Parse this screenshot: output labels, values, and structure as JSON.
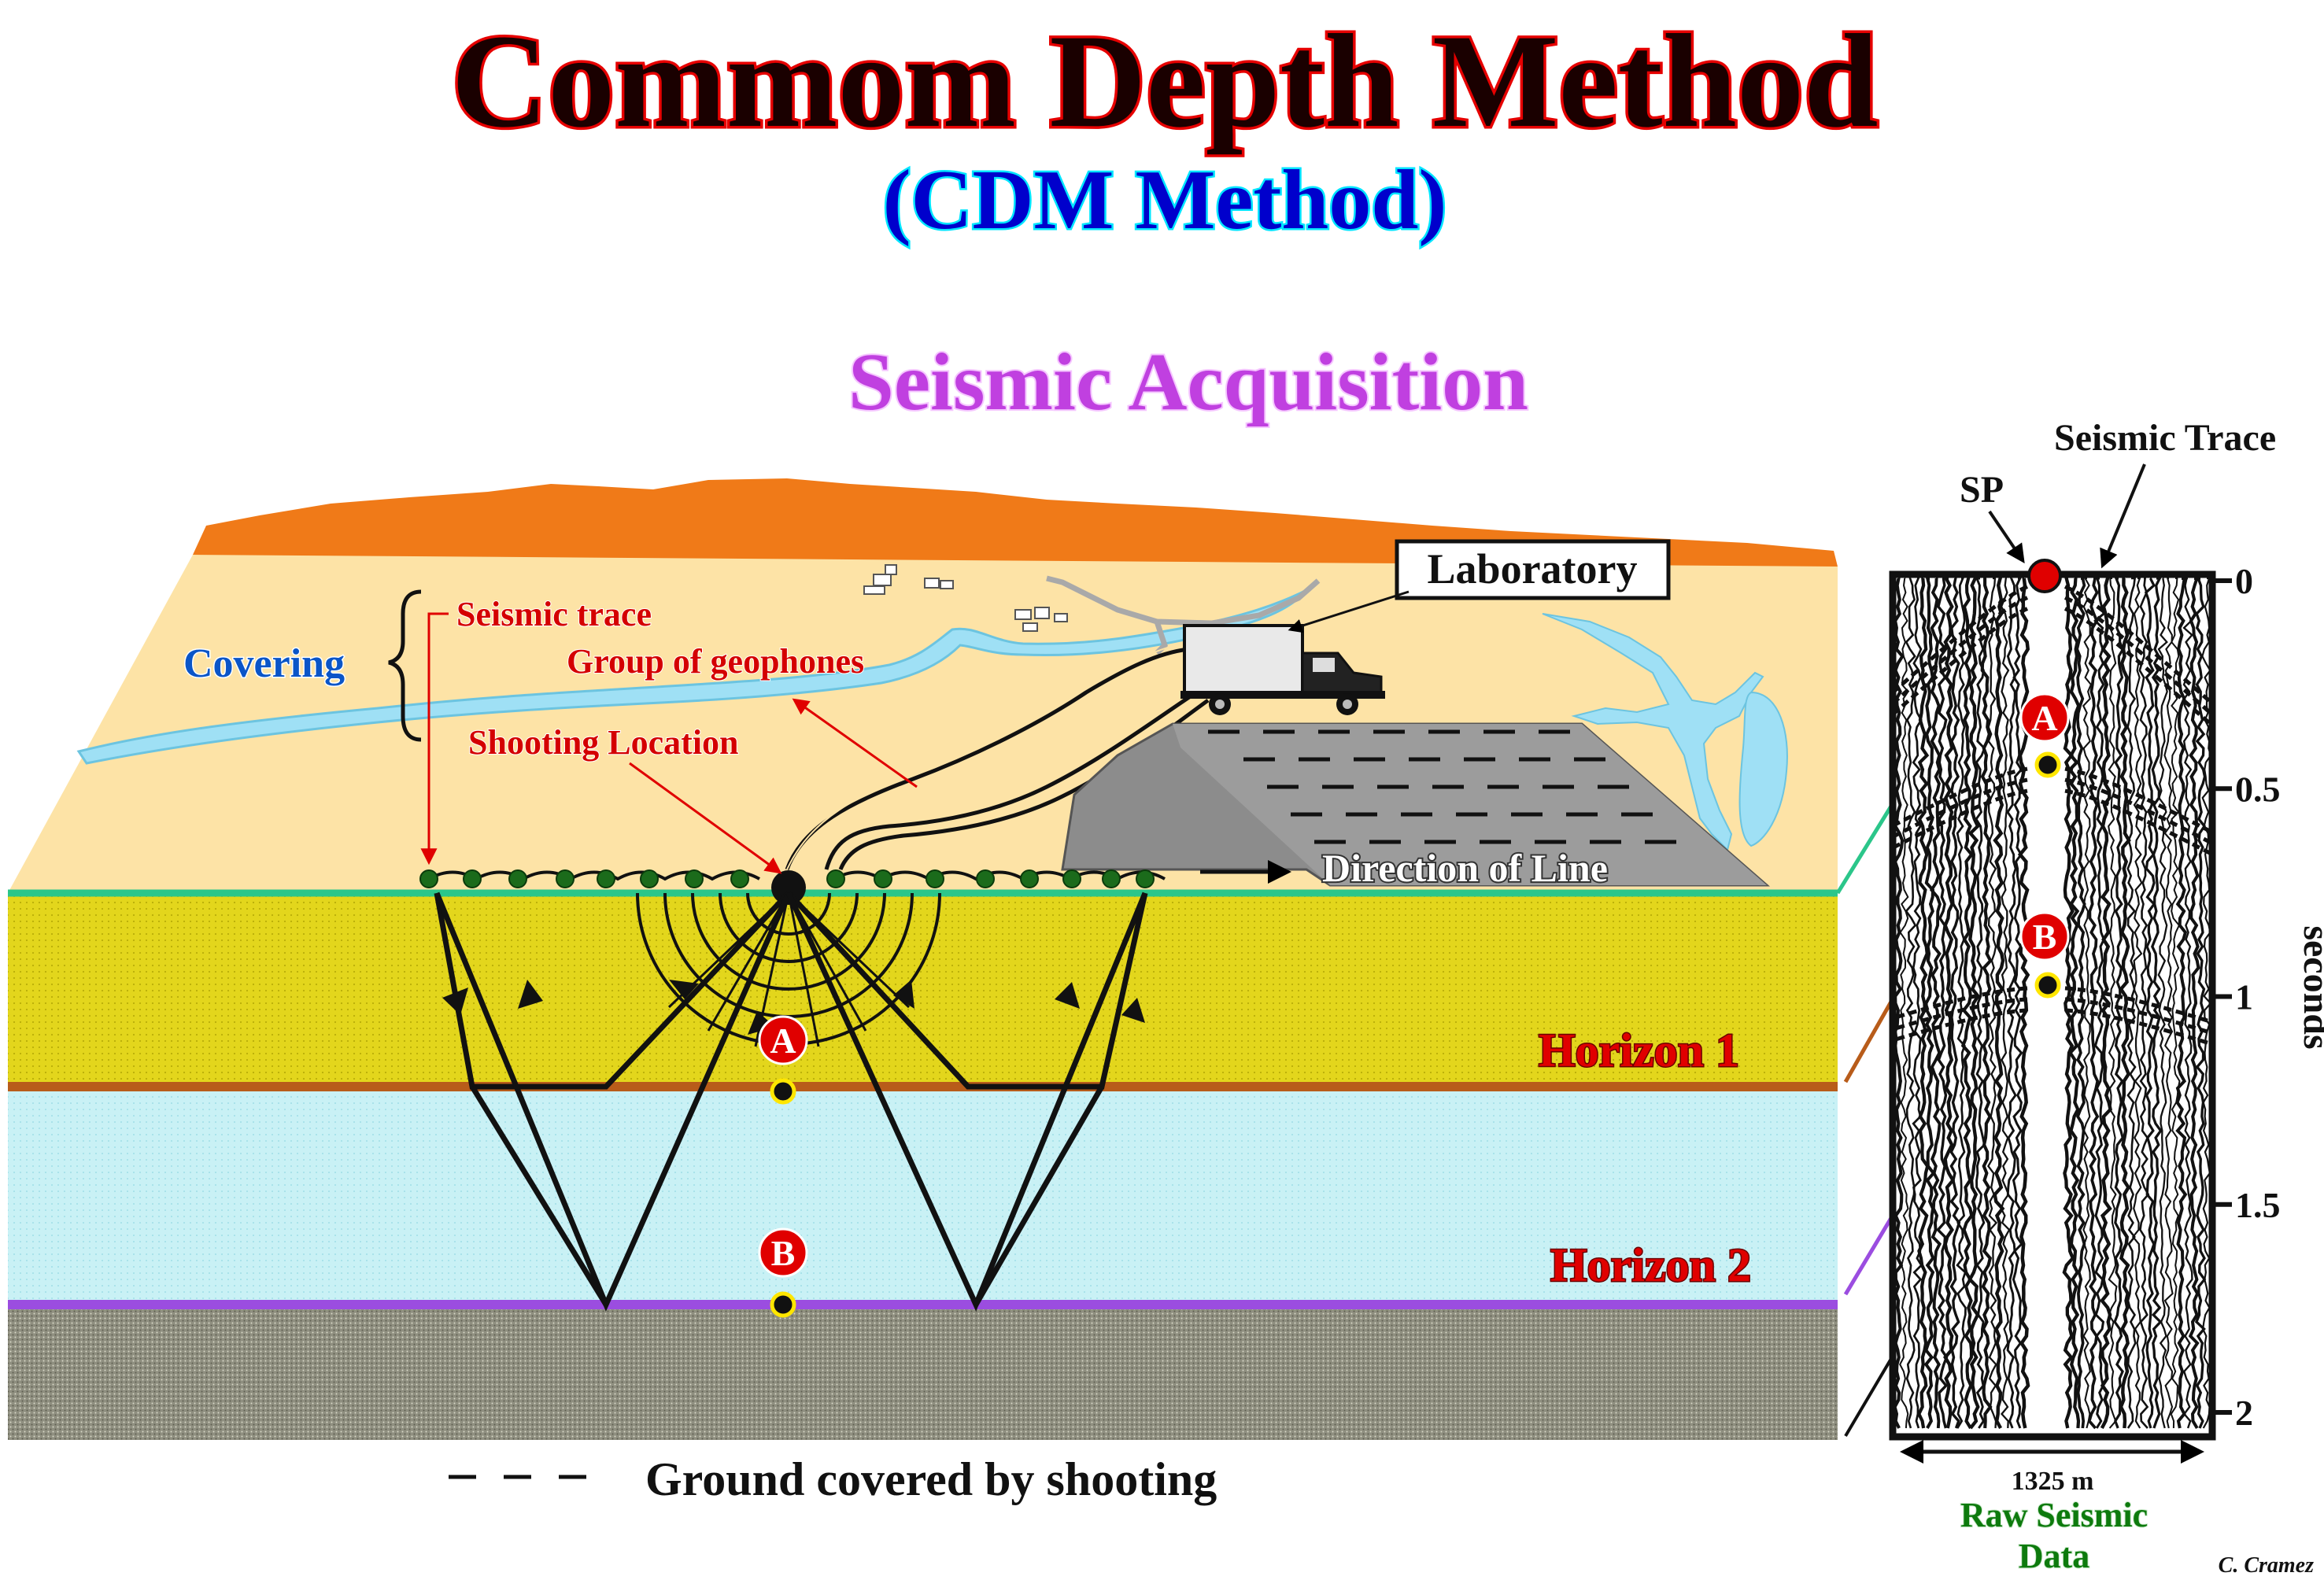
{
  "titles": {
    "main": "Commom Depth Method",
    "sub": "(CDM Method)",
    "section": "Seismic Acquisition"
  },
  "labels": {
    "covering": "Covering",
    "seismic_trace_small": "Seismic trace",
    "group_of_geophones": "Group of geophones",
    "shooting_location": "Shooting Location",
    "laboratory": "Laboratory",
    "direction_of_line": "Direction of Line",
    "horizon_1": "Horizon 1",
    "horizon_2": "Horizon 2",
    "legend_ground_covered": "Ground covered by shooting",
    "sp": "SP",
    "seismic_trace_panel": "Seismic Trace",
    "seconds_axis": "seconds",
    "width_label": "1325 m",
    "raw_seismic_line1": "Raw Seismic",
    "raw_seismic_line2": "Data",
    "credit": "C. Cramez"
  },
  "markers": {
    "a": "A",
    "b": "B",
    "panel_a": "A",
    "panel_b": "B"
  },
  "time_axis": {
    "unit": "seconds",
    "ticks": [
      {
        "value": 0,
        "label": "0"
      },
      {
        "value": 0.5,
        "label": "0.5"
      },
      {
        "value": 1,
        "label": "1"
      },
      {
        "value": 1.5,
        "label": "1.5"
      },
      {
        "value": 2,
        "label": "2"
      }
    ]
  },
  "colors": {
    "title_red": "#e60000",
    "title_blue": "#0000cc",
    "title_purple": "#c040e0",
    "sky_orange": "#f07a18",
    "land": "#fde3a6",
    "river": "#9fe0f5",
    "layer_1": "#e4d81e",
    "layer_2": "#c8f0f4",
    "basement": "#8d8d7e",
    "surface_green": "#2bc68a",
    "horizon_1": "#b85c1a",
    "horizon_2": "#9b4de0",
    "geophone": "#1b6b1b",
    "marker_red": "#e00000"
  }
}
